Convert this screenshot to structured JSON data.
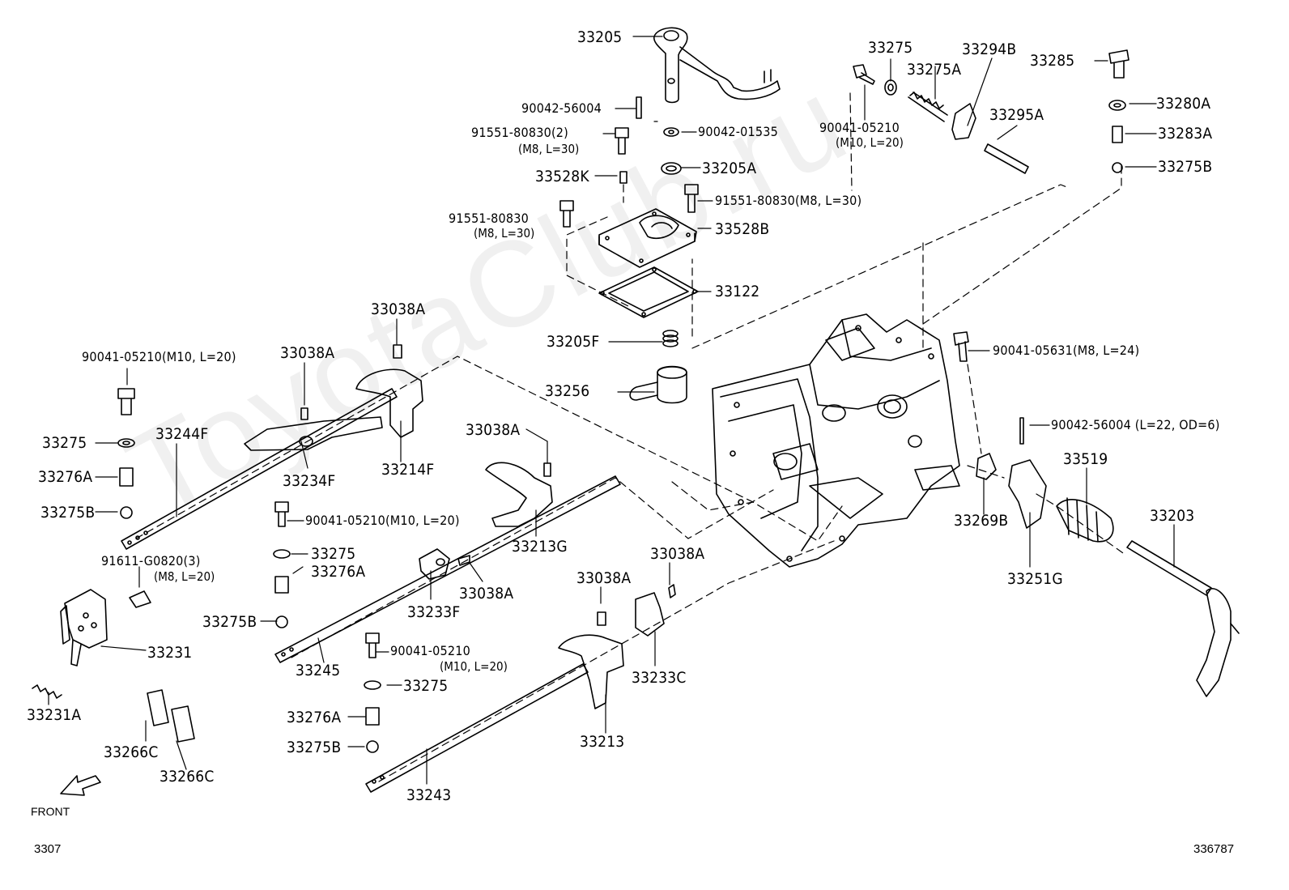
{
  "watermark": "ToyotaClub.ru",
  "footer": {
    "left": "3307",
    "right": "336787"
  },
  "front_label": "FRONT",
  "parts": {
    "p33205": "33205",
    "p90042_56004_a": "90042-56004",
    "p91551_80830_2": "91551-80830(2)",
    "p91551_80830_2_note": "(M8, L=30)",
    "p33528K": "33528K",
    "p91551_80830_b": "91551-80830",
    "p91551_80830_b_note": "(M8, L=30)",
    "p90042_01535": "90042-01535",
    "p33205A": "33205A",
    "p91551_80830_c": "91551-80830(M8, L=30)",
    "p33528B": "33528B",
    "p33122": "33122",
    "p33205F": "33205F",
    "p33256": "33256",
    "p33275_top": "33275",
    "p33275A": "33275A",
    "p33294B": "33294B",
    "p90041_05210_top": "90041-05210",
    "p90041_05210_top_note": "(M10, L=20)",
    "p33295A": "33295A",
    "p33285": "33285",
    "p33280A": "33280A",
    "p33283A": "33283A",
    "p33275B_top": "33275B",
    "p90041_05631": "90041-05631(M8, L=24)",
    "p90042_56004_b": "90042-56004 (L=22, OD=6)",
    "p33519": "33519",
    "p33203": "33203",
    "p33269B": "33269B",
    "p33251G": "33251G",
    "p90041_05210_left": "90041-05210(M10, L=20)",
    "p33038A_1": "33038A",
    "p33038A_2": "33038A",
    "p33275_left": "33275",
    "p33244F": "33244F",
    "p33276A_left": "33276A",
    "p33234F": "33234F",
    "p33214F": "33214F",
    "p33275B_left": "33275B",
    "p33038A_3": "33038A",
    "p33213G": "33213G",
    "p90041_05210_mid": "90041-05210(M10, L=20)",
    "p33275_mid": "33275",
    "p33276A_mid": "33276A",
    "p91611_G0820": "91611-G0820(3)",
    "p91611_G0820_note": "(M8, L=20)",
    "p33275B_mid": "33275B",
    "p33038A_4": "33038A",
    "p33233F": "33233F",
    "p33231": "33231",
    "p33245": "33245",
    "p33038A_5": "33038A",
    "p33038A_6": "33038A",
    "p90041_05210_low": "90041-05210",
    "p90041_05210_low_note": "(M10, L=20)",
    "p33275_low": "33275",
    "p33233C": "33233C",
    "p33231A": "33231A",
    "p33276A_low": "33276A",
    "p33213": "33213",
    "p33266C_1": "33266C",
    "p33266C_2": "33266C",
    "p33275B_low": "33275B",
    "p33243": "33243"
  }
}
